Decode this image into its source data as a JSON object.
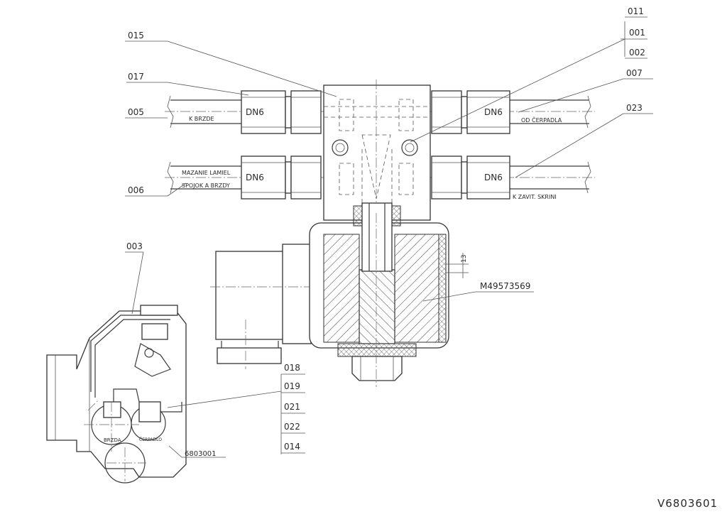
{
  "drawing": {
    "document_number": "V6803601",
    "part_number": "M49573569",
    "sub_assembly": "6803001",
    "dimension": "13"
  },
  "callouts": {
    "c011": "011",
    "c001": "001",
    "c002": "002",
    "c015": "015",
    "c017": "017",
    "c005": "005",
    "c007": "007",
    "c023": "023",
    "c006": "006",
    "c003": "003",
    "c018": "018",
    "c019": "019",
    "c021": "021",
    "c022": "022",
    "c014": "014"
  },
  "fittings": {
    "dn_upper_left": "DN6",
    "dn_upper_right": "DN6",
    "dn_lower_left": "DN6",
    "dn_lower_right": "DN6"
  },
  "pipe_labels": {
    "to_brake": "K BRZDE",
    "from_pump": "OD ČERPADLA",
    "lamella_lubrication": "MAZANIE LAMIEL",
    "coupling_and_brake": "SPOJOK A BRZDY",
    "to_gearbox": "K ZAVIT. SKRINI"
  },
  "detail_labels": {
    "brake": "BRZDA",
    "pump": "ČERPADLO"
  }
}
